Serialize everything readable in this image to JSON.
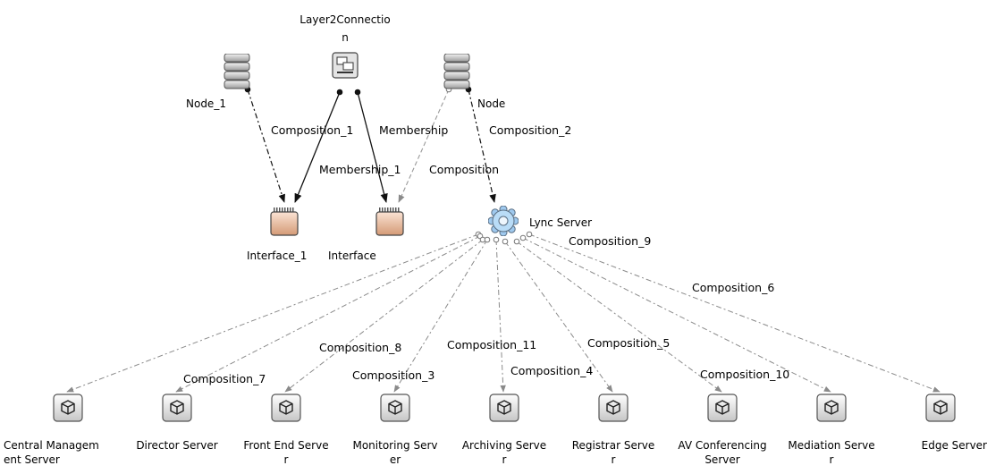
{
  "nodes": {
    "layer2": {
      "label": "Layer2Connectio\nn",
      "kind": "layer2"
    },
    "node1": {
      "label": "Node_1",
      "kind": "server"
    },
    "node": {
      "label": "Node",
      "kind": "server"
    },
    "iface1": {
      "label": "Interface_1",
      "kind": "interface"
    },
    "iface": {
      "label": "Interface",
      "kind": "interface"
    },
    "lync": {
      "label": "Lync Server",
      "kind": "gear"
    },
    "central": {
      "label": "Central Managem\nent Server",
      "kind": "box"
    },
    "director": {
      "label": "Director Server",
      "kind": "box"
    },
    "frontend": {
      "label": "Front End Serve\nr",
      "kind": "box"
    },
    "monitoring": {
      "label": "Monitoring Serv\ner",
      "kind": "box"
    },
    "archiving": {
      "label": "Archiving Serve\nr",
      "kind": "box"
    },
    "registrar": {
      "label": "Registrar Serve\nr",
      "kind": "box"
    },
    "av": {
      "label": "AV Conferencing\nServer",
      "kind": "box"
    },
    "mediation": {
      "label": "Mediation Serve\nr",
      "kind": "box"
    },
    "edge": {
      "label": "Edge Server",
      "kind": "box"
    }
  },
  "edges": [
    {
      "from": "node1",
      "to": "iface1",
      "label": "",
      "style": "dashdark"
    },
    {
      "from": "layer2",
      "to": "iface1",
      "label": "Composition_1",
      "style": "solid"
    },
    {
      "from": "layer2",
      "to": "iface",
      "label": "Membership_1",
      "style": "solid"
    },
    {
      "from": "node",
      "to": "iface",
      "label": "Membership",
      "style": "dashgray"
    },
    {
      "from": "node",
      "to": "lync",
      "label": "Composition_2",
      "style": "dashdark"
    },
    {
      "from": "lync",
      "to": "central",
      "label": "",
      "style": "dashdot"
    },
    {
      "from": "lync",
      "to": "director",
      "label": "Composition_7",
      "style": "dashdot"
    },
    {
      "from": "lync",
      "to": "frontend",
      "label": "Composition_8",
      "style": "dashdot"
    },
    {
      "from": "lync",
      "to": "monitoring",
      "label": "Composition_3",
      "style": "dashdot"
    },
    {
      "from": "lync",
      "to": "archiving",
      "label": "Composition_11",
      "style": "dashdot"
    },
    {
      "from": "lync",
      "to": "registrar",
      "label": "Composition_4",
      "style": "dashdot"
    },
    {
      "from": "lync",
      "to": "av",
      "label": "Composition_5",
      "style": "dashdot"
    },
    {
      "from": "lync",
      "to": "mediation",
      "label": "Composition_10",
      "style": "dashdot"
    },
    {
      "from": "lync",
      "to": "edge",
      "label": "Composition_6",
      "style": "dashdot"
    }
  ],
  "extra_labels": {
    "composition": "Composition",
    "composition_9": "Composition_9"
  }
}
